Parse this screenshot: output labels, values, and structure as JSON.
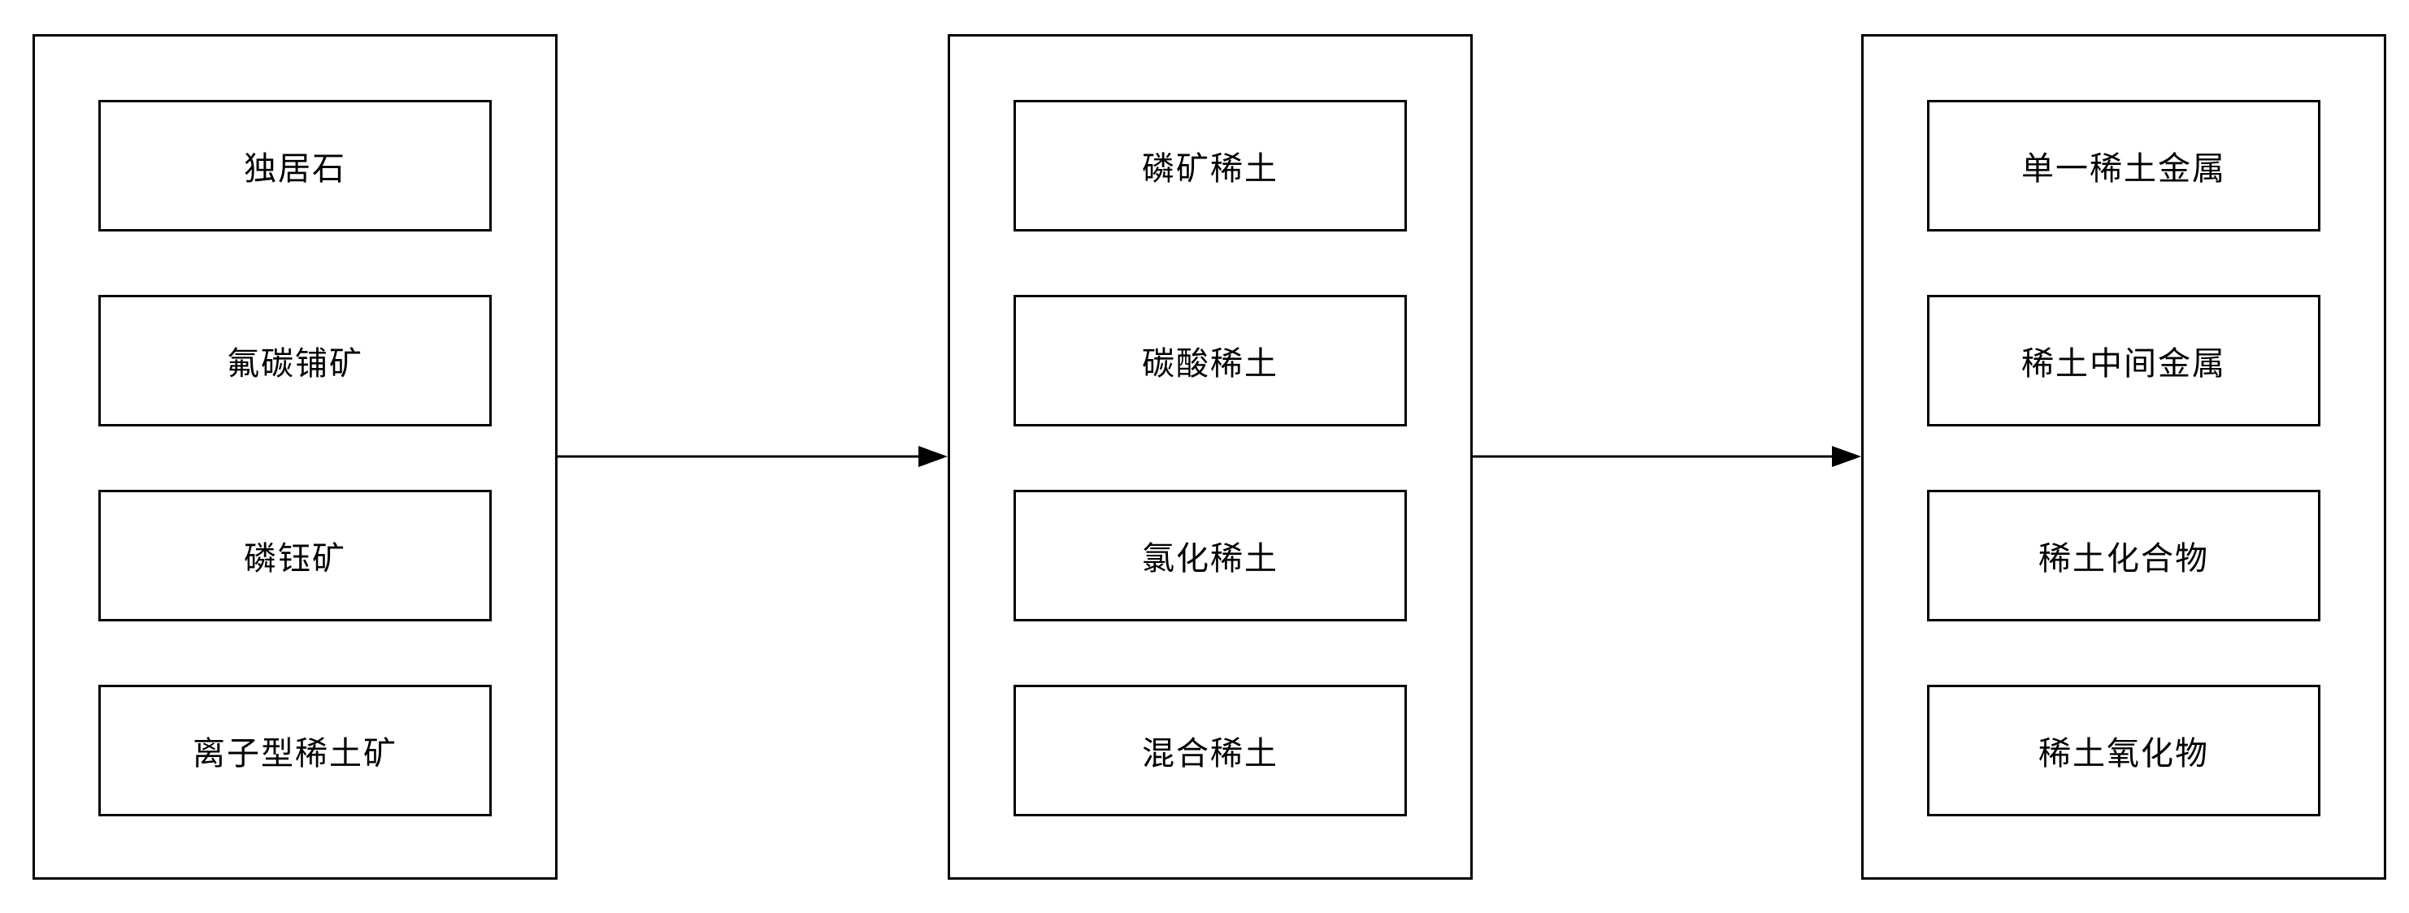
{
  "diagram": {
    "background_color": "#ffffff",
    "line_color": "#000000",
    "groups": [
      {
        "id": "rare-earth-ores",
        "items": [
          "独居石",
          "氟碳铺矿",
          "磷钰矿",
          "离子型稀土矿"
        ]
      },
      {
        "id": "rare-earth-intermediates",
        "items": [
          "磷矿稀土",
          "碳酸稀土",
          "氯化稀土",
          "混合稀土"
        ]
      },
      {
        "id": "rare-earth-products",
        "items": [
          "单一稀土金属",
          "稀土中间金属",
          "稀土化合物",
          "稀土氧化物"
        ]
      }
    ],
    "arrows": [
      {
        "from": "rare-earth-ores",
        "to": "rare-earth-intermediates"
      },
      {
        "from": "rare-earth-intermediates",
        "to": "rare-earth-products"
      }
    ]
  }
}
